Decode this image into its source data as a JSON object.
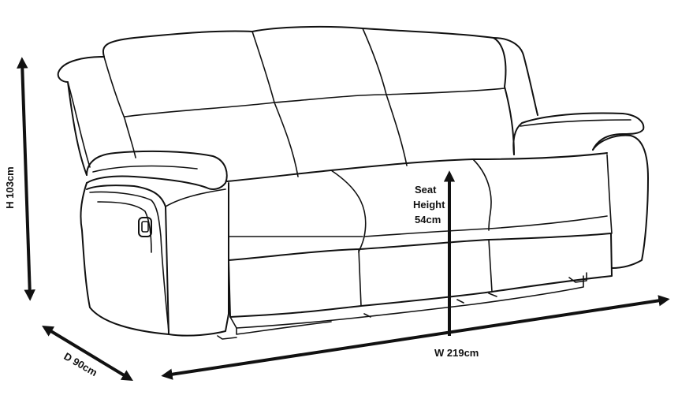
{
  "dimensions": {
    "height": "H 103cm",
    "depth": "D 90cm",
    "width": "W 219cm",
    "seat_height": [
      "Seat",
      "Height",
      "54cm"
    ]
  },
  "colors": {
    "line": "#111111",
    "background": "#ffffff"
  }
}
